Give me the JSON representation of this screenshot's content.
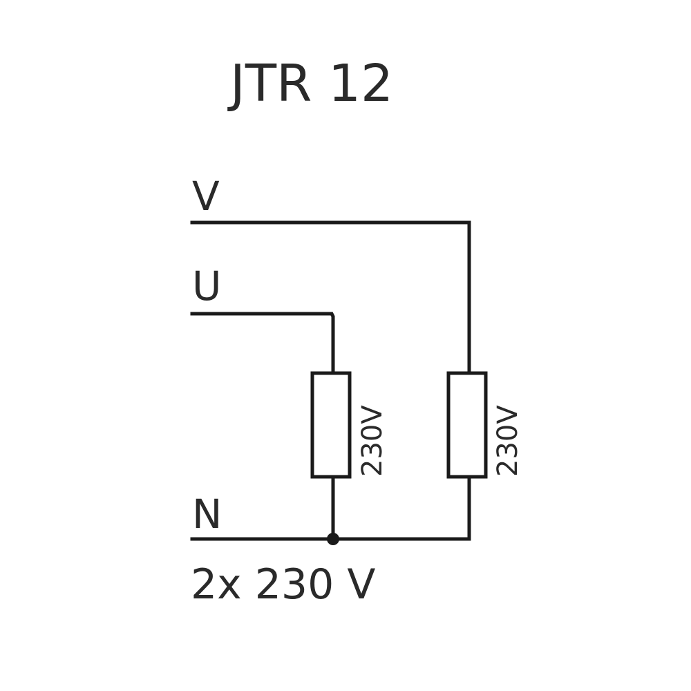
{
  "title": "JTR 12",
  "terminals": {
    "v": "V",
    "u": "U",
    "n": "N"
  },
  "resistors": [
    {
      "rating": "230V"
    },
    {
      "rating": "230V"
    }
  ],
  "supply_label": "2x 230 V",
  "colors": {
    "line": "#1a1a1a",
    "text": "#2a2a2a",
    "background": "#ffffff"
  }
}
